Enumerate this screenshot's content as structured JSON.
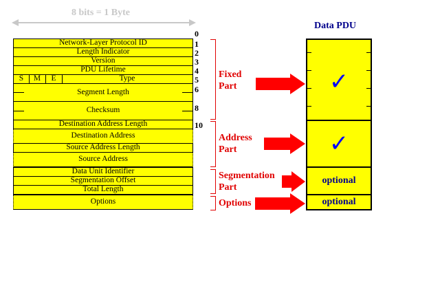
{
  "header": {
    "byte_label": "8 bits = 1 Byte"
  },
  "pdu_title": "Data PDU",
  "fields": {
    "protocol_id": "Network-Layer Protocol ID",
    "length_indicator": "Length Indicator",
    "version": "Version",
    "pdu_lifetime": "PDU Lifetime",
    "flag_s": "S",
    "flag_m": "M",
    "flag_e": "E",
    "type": "Type",
    "segment_length": "Segment Length",
    "checksum": "Checksum",
    "dest_addr_len": "Destination Address Length",
    "dest_addr": "Destination Address",
    "src_addr_len": "Source Address Length",
    "src_addr": "Source Address",
    "data_unit_id": "Data Unit Identifier",
    "seg_offset": "Segmentation Offset",
    "total_length": "Total Length",
    "options": "Options"
  },
  "byte_numbers": [
    "0",
    "1",
    "2",
    "3",
    "4",
    "5",
    "6",
    "8",
    "10"
  ],
  "sections": {
    "fixed": "Fixed Part",
    "address": "Address Part",
    "segmentation": "Segmentation Part",
    "options": "Options"
  },
  "pdu": {
    "fixed_mark": "✓",
    "address_mark": "✓",
    "segmentation": "optional",
    "options": "optional"
  },
  "colors": {
    "field_fill": "#ffff00",
    "section_text": "#e00000",
    "pdu_text": "#00008b",
    "header_gray": "#c8c8c8"
  }
}
